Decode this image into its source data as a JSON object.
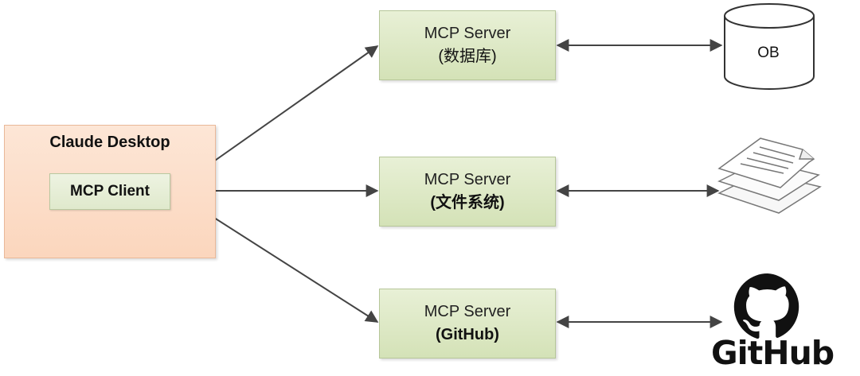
{
  "client": {
    "title": "Claude Desktop",
    "inner_label": "MCP Client"
  },
  "servers": [
    {
      "line1": "MCP Server",
      "line2": "(数据库)"
    },
    {
      "line1": "MCP Server",
      "line2": "(文件系统)"
    },
    {
      "line1": "MCP Server",
      "line2": "(GitHub)"
    }
  ],
  "resources": {
    "database_label": "OB",
    "documents_icon": "documents-icon",
    "github_icon": "github-logo",
    "github_wordmark": "GitHub"
  },
  "colors": {
    "client_fill": "#fbd6bd",
    "server_fill": "#d4e2b7",
    "arrow": "#444444"
  }
}
